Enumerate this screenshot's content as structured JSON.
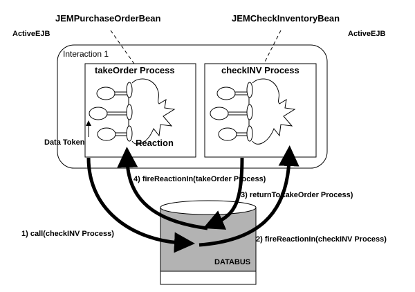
{
  "labels": {
    "bean_left": "JEMPurchaseOrderBean",
    "bean_right": "JEMCheckInventoryBean",
    "activeejb_left": "ActiveEJB",
    "activeejb_right": "ActiveEJB",
    "interaction": "Interaction 1",
    "process_left": "takeOrder Process",
    "process_right": "checkINV Process",
    "reaction": "Reaction",
    "data_token": "Data Token",
    "databus": "DATABUS"
  },
  "steps": {
    "step1": "1) call(checkINV Process)",
    "step2": "2) fireReactionIn(checkINV Process)",
    "step3": "3) returnTo(takeOrder Process)",
    "step4": "4) fireReactionIn(takeOrder Process)"
  },
  "colors": {
    "line": "#000000",
    "databus_fill": "#b3b3b3",
    "background": "#ffffff"
  }
}
